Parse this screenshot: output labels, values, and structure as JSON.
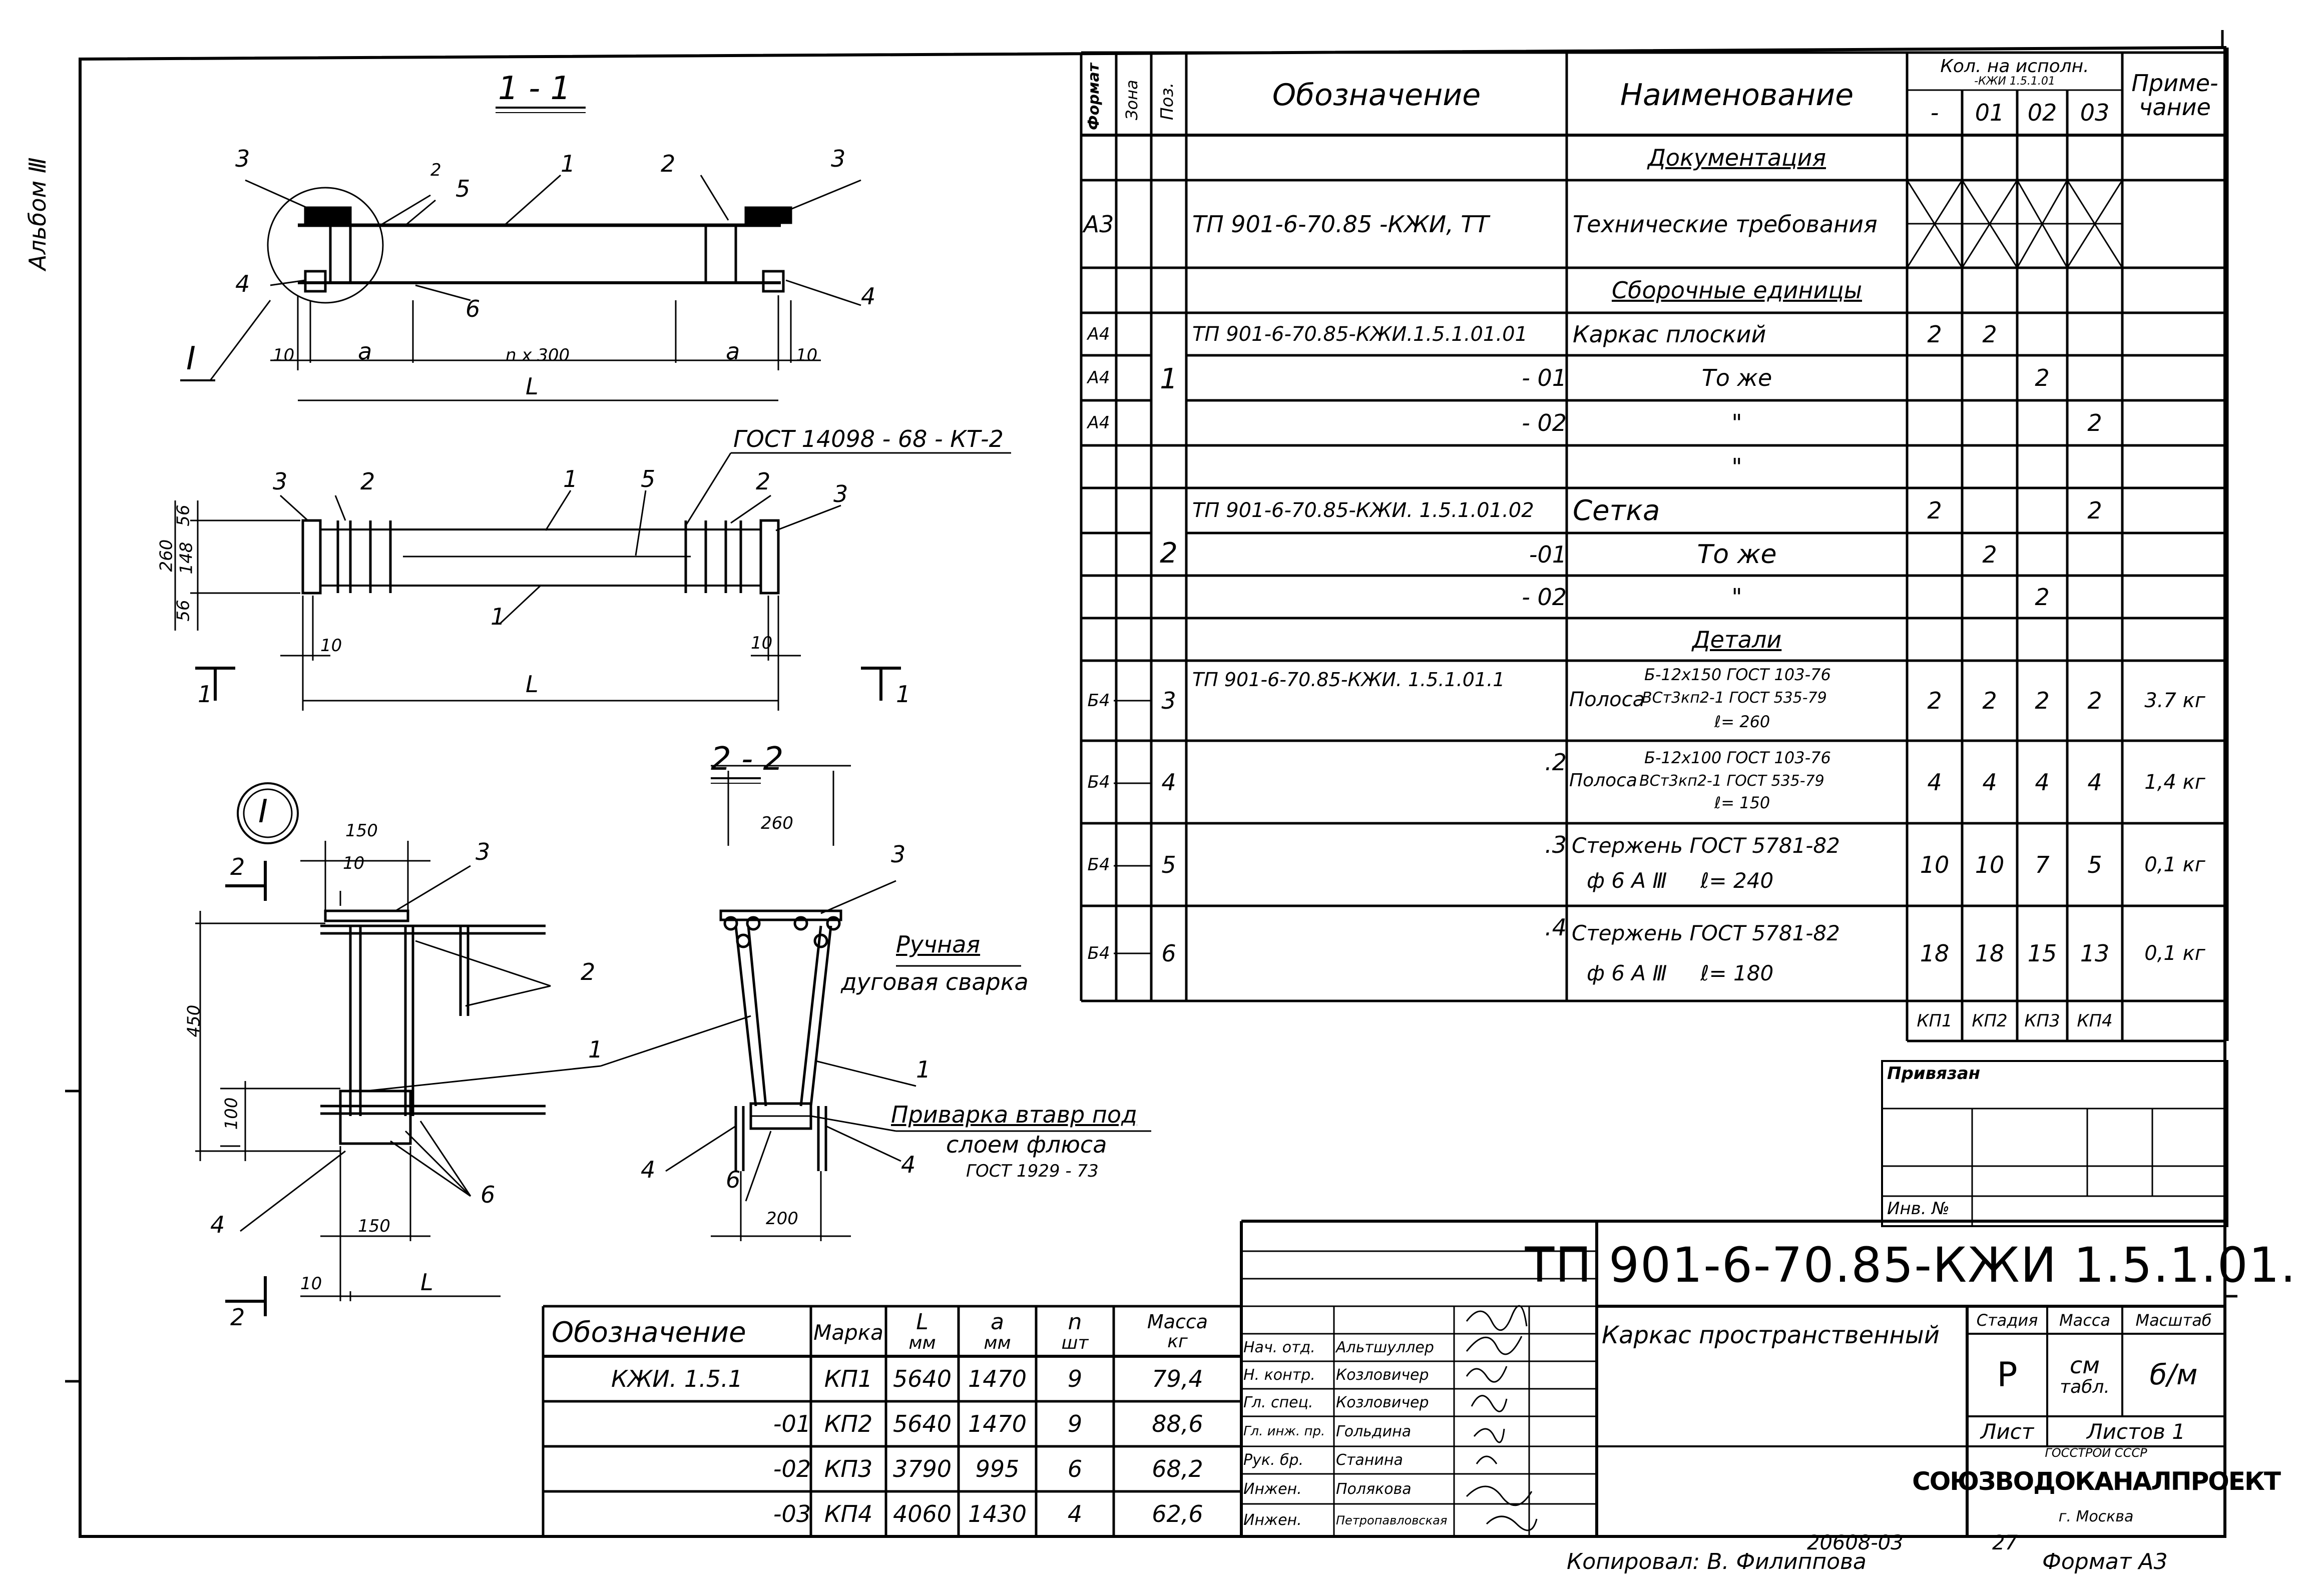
{
  "album": "Альбом Ⅲ",
  "views": {
    "section_1_1": "1 - 1",
    "section_2_2": "2 - 2",
    "node": "I",
    "cut_mark_left": "1",
    "cut_mark_right": "1",
    "cut2_top": "2",
    "cut2_bottom": "2",
    "gost_weld": "ГОСТ 14098 - 68 - КТ-2",
    "dims": {
      "d10": "10",
      "a": "a",
      "nx300": "n x 300",
      "L": "L",
      "d56": "56",
      "d148": "148",
      "d260": "260",
      "d150": "150",
      "d450": "450",
      "d100": "100",
      "d200": "200"
    },
    "callouts": {
      "p1": "1",
      "p2": "2",
      "p3": "3",
      "p4": "4",
      "p5": "5",
      "p6": "6",
      "p2b": "2"
    },
    "notes": {
      "manual_1": "Ручная",
      "manual_2": "дуговая сварка",
      "tee_1": "Приварка втавр под",
      "tee_2": "слоем флюса",
      "tee_3": "ГОСТ 1929 - 73"
    }
  },
  "spec": {
    "headers": {
      "format": "Формат",
      "zone": "Зона",
      "pos": "Поз.",
      "designation": "Обозначение",
      "name": "Наименование",
      "qty_title_1": "Кол. на исполн.",
      "qty_title_2": "-КЖИ 1.5.1.01",
      "qty_cols": [
        "-",
        "01",
        "02",
        "03"
      ],
      "note_1": "Приме-",
      "note_2": "чание"
    },
    "sec_docs": "Документация",
    "doc_row": {
      "format": "А3",
      "designation": "ТП 901-6-70.85 -КЖИ, ТТ",
      "name": "Технические требования"
    },
    "sec_assembly": "Сборочные единицы",
    "r1": {
      "format": "А4",
      "pos": "1",
      "designation": "ТП 901-6-70.85-КЖИ.1.5.1.01.01",
      "name": "Каркас плоский",
      "q0": "2",
      "q1": "2"
    },
    "r2": {
      "format": "А4",
      "designation": "- 01",
      "name": "То же",
      "q2": "2"
    },
    "r3": {
      "format": "А4",
      "designation": "- 02",
      "name": "\"",
      "q3": "2"
    },
    "r4": {
      "name": "\""
    },
    "r5": {
      "pos": "2",
      "designation": "ТП 901-6-70.85-КЖИ. 1.5.1.01.02",
      "name": "Сетка",
      "q0": "2",
      "q3": "2"
    },
    "r6": {
      "designation": "-01",
      "name": "То же",
      "q1": "2"
    },
    "r7": {
      "designation": "- 02",
      "name": "\"",
      "q2": "2"
    },
    "sec_details": "Детали",
    "d3": {
      "format": "Б4",
      "pos": "3",
      "designation": "ТП 901-6-70.85-КЖИ. 1.5.1.01.1",
      "name_1": "Полоса",
      "name_2": "Б-12х150 ГОСТ 103-76",
      "name_3": "ВСт3кп2-1 ГОСТ 535-79",
      "name_4": "ℓ= 260",
      "q0": "2",
      "q1": "2",
      "q2": "2",
      "q3": "2",
      "note": "3.7 кг"
    },
    "d4": {
      "format": "Б4",
      "pos": "4",
      "designation": ".2",
      "name_1": "Полоса",
      "name_2": "Б-12х100 ГОСТ 103-76",
      "name_3": "ВСт3кп2-1 ГОСТ 535-79",
      "name_4": "ℓ= 150",
      "q0": "4",
      "q1": "4",
      "q2": "4",
      "q3": "4",
      "note": "1,4 кг"
    },
    "d5": {
      "format": "Б4",
      "pos": "5",
      "designation": ".3",
      "name_1": "Стержень ГОСТ 5781-82",
      "name_2": "ф 6 А Ⅲ     ℓ= 240",
      "q0": "10",
      "q1": "10",
      "q2": "7",
      "q3": "5",
      "note": "0,1 кг"
    },
    "d6": {
      "format": "Б4",
      "pos": "6",
      "designation": ".4",
      "name_1": "Стержень ГОСТ 5781-82",
      "name_2": "ф 6 А Ⅲ     ℓ= 180",
      "q0": "18",
      "q1": "18",
      "q2": "15",
      "q3": "13",
      "note": "0,1 кг"
    },
    "marks": [
      "КП1",
      "КП2",
      "КП3",
      "КП4"
    ]
  },
  "binding": {
    "title": "Привязан",
    "inv": "Инв. №"
  },
  "variants": {
    "headers": {
      "designation": "Обозначение",
      "mark": "Марка",
      "L1": "L",
      "L2": "мм",
      "a1": "a",
      "a2": "мм",
      "n1": "n",
      "n2": "шт",
      "m1": "Масса",
      "m2": "кг"
    },
    "rows": [
      {
        "des": "КЖИ. 1.5.1",
        "mark": "КП1",
        "L": "5640",
        "a": "1470",
        "n": "9",
        "mass": "79,4"
      },
      {
        "des": "-01",
        "mark": "КП2",
        "L": "5640",
        "a": "1470",
        "n": "9",
        "mass": "88,6"
      },
      {
        "des": "-02",
        "mark": "КП3",
        "L": "3790",
        "a": "995",
        "n": "6",
        "mass": "68,2"
      },
      {
        "des": "-03",
        "mark": "КП4",
        "L": "4060",
        "a": "1430",
        "n": "4",
        "mass": "62,6"
      }
    ]
  },
  "stamp": {
    "code": "ТП 901-6-70.85-КЖИ 1.5.1.01.",
    "title": "Каркас пространственный",
    "stage_h": "Стадия",
    "mass_h": "Масса",
    "scale_h": "Масштаб",
    "stage": "Р",
    "mass_1": "см",
    "mass_2": "табл.",
    "scale": "б/м",
    "sheet": "Лист",
    "sheets": "Листов 1",
    "org_1": "ГОССТРОЙ СССР",
    "org_2": "СОЮЗВОДОКАНАЛПРОЕКТ",
    "org_3": "г. Москва",
    "signers": [
      {
        "role": "Нач. отд.",
        "name": "Альтшуллер"
      },
      {
        "role": "Н. контр.",
        "name": "Козловичер"
      },
      {
        "role": "Гл. спец.",
        "name": "Козловичер"
      },
      {
        "role": "Гл. инж. пр.",
        "name": "Гольдина"
      },
      {
        "role": "Рук. бр.",
        "name": "Станина"
      },
      {
        "role": "Инжен.",
        "name": "Полякова"
      },
      {
        "role": "Инжен.",
        "name": "Петропавловская"
      }
    ]
  },
  "footer": {
    "doc_no": "20608-03",
    "page": "27",
    "copied": "Копировал: В. Филиппова",
    "format": "Формат А3"
  }
}
